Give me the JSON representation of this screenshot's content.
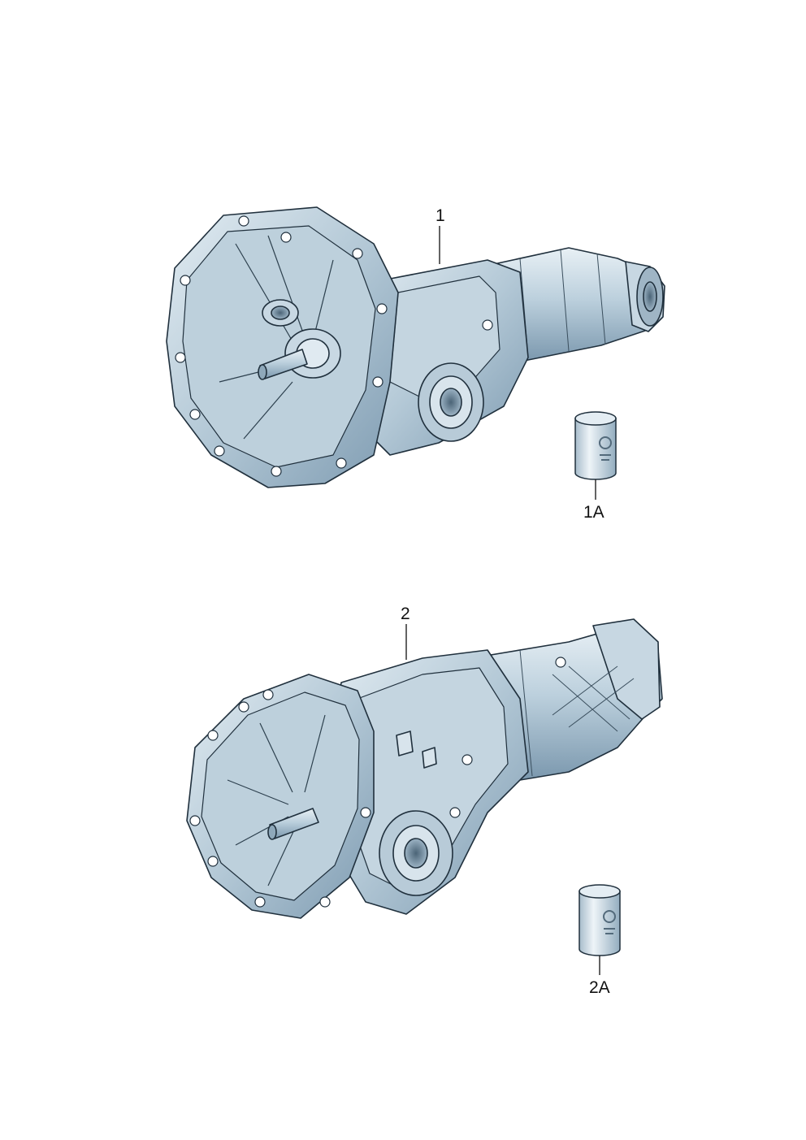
{
  "callouts": {
    "part1": "1",
    "part1a": "1A",
    "part2": "2",
    "part2a": "2A"
  },
  "colors": {
    "casting_light": "#d6e3ec",
    "casting_mid": "#a9c0d0",
    "casting_dark": "#6f8ea6",
    "outline": "#20303d",
    "can_light": "#e9f0f5",
    "can_dark": "#9fb7c8"
  },
  "icons": {
    "gearbox": "gearbox-illustration",
    "oil_can": "oil-can-icon"
  }
}
